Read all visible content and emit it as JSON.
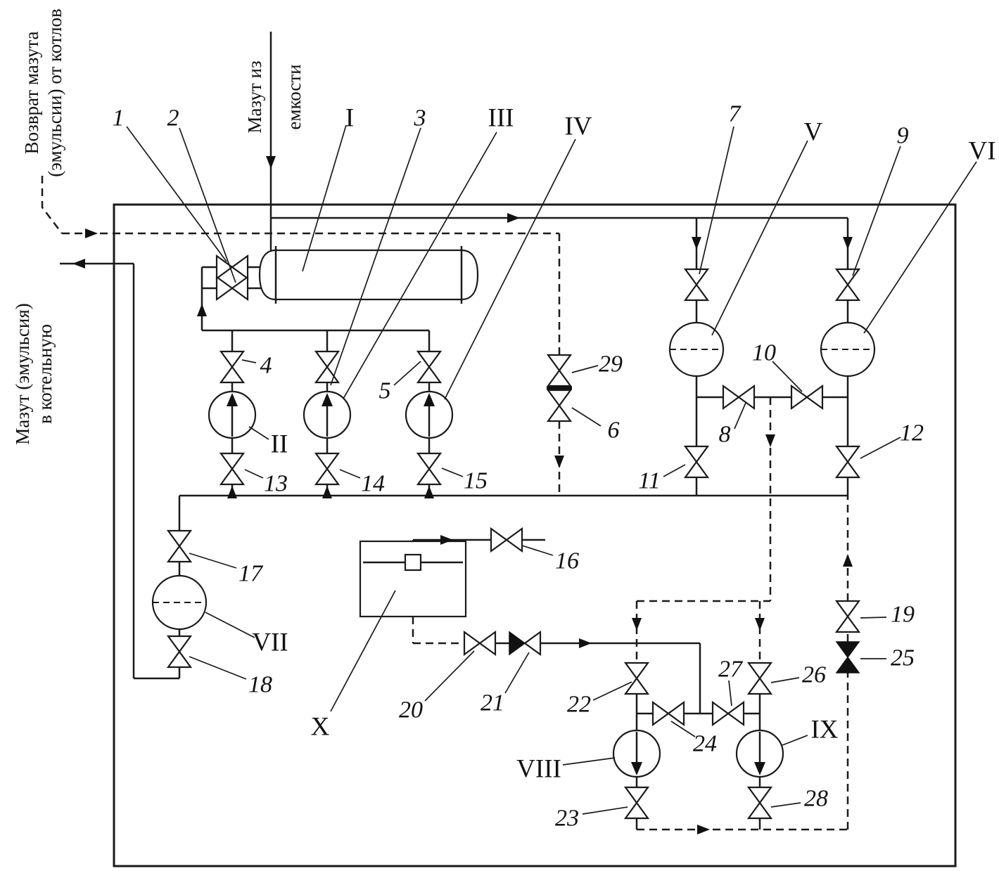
{
  "colors": {
    "line": "#1a1a1a",
    "background": "#ffffff"
  },
  "external_labels": {
    "return_line1": "Возврат мазута",
    "return_line2": "(эмульсии) от котлов",
    "inlet_line1": "Мазут из",
    "inlet_line2": "емкости",
    "outlet_line1": "Мазут (эмульсия)",
    "outlet_line2": "в котельную"
  },
  "equipment": {
    "I": "I",
    "II": "II",
    "III": "III",
    "IV": "IV",
    "V": "V",
    "VI": "VI",
    "VII": "VII",
    "VIII": "VIII",
    "IX": "IX",
    "X": "X"
  },
  "items": {
    "n1": "1",
    "n2": "2",
    "n3": "3",
    "n4": "4",
    "n5": "5",
    "n6": "6",
    "n7": "7",
    "n8": "8",
    "n9": "9",
    "n10": "10",
    "n11": "11",
    "n12": "12",
    "n13": "13",
    "n14": "14",
    "n15": "15",
    "n16": "16",
    "n17": "17",
    "n18": "18",
    "n19": "19",
    "n20": "20",
    "n21": "21",
    "n22": "22",
    "n23": "23",
    "n24": "24",
    "n25": "25",
    "n26": "26",
    "n27": "27",
    "n28": "28",
    "n29": "29"
  }
}
